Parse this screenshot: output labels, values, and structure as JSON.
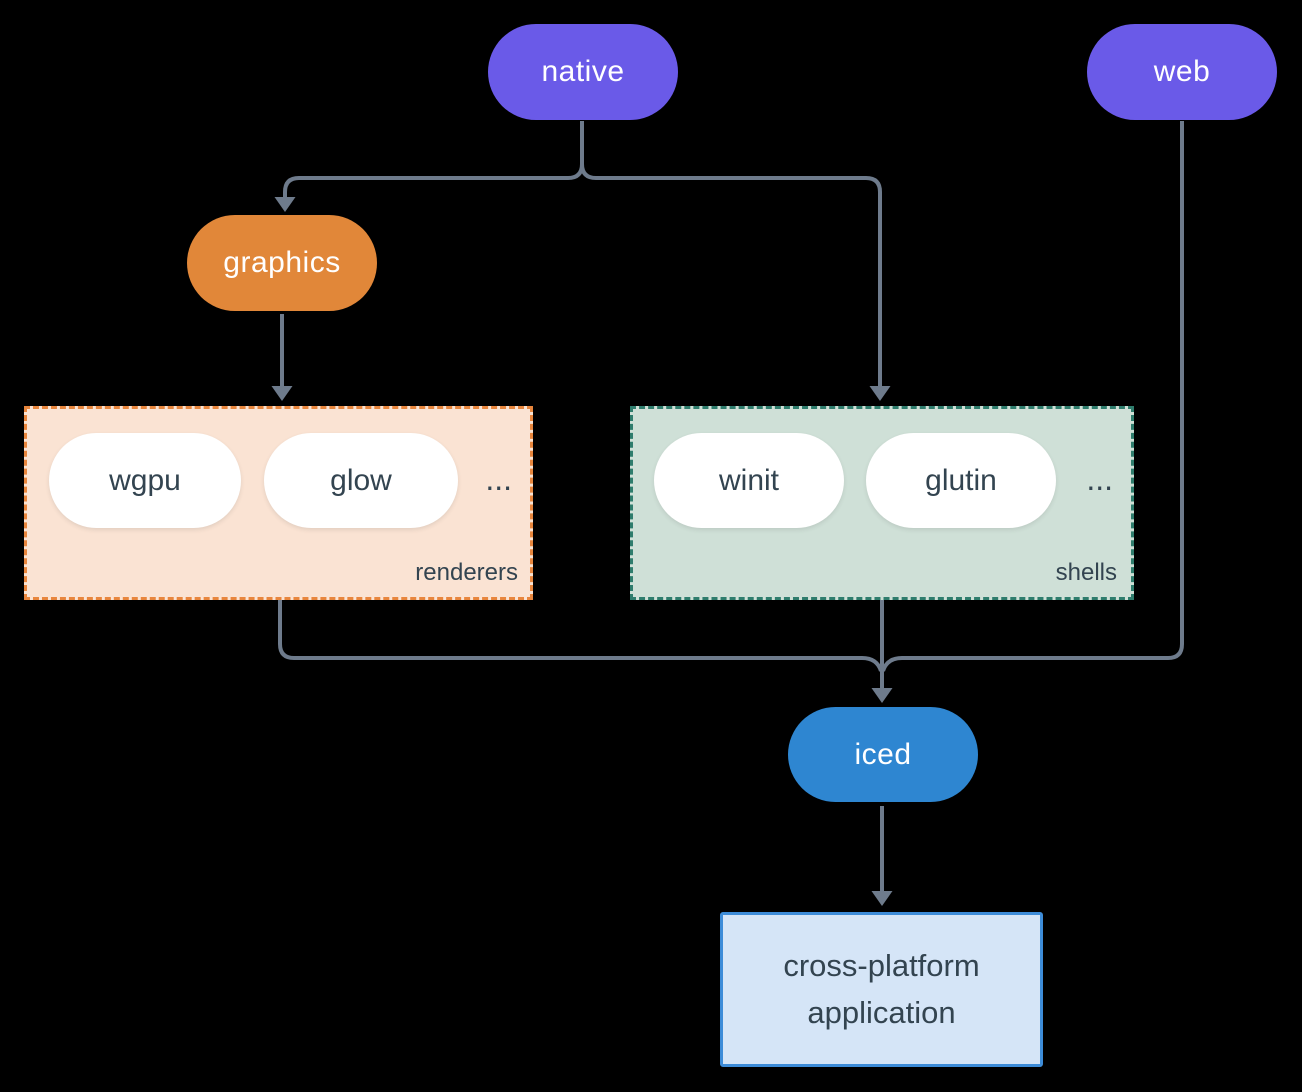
{
  "canvas": {
    "background": "#000000",
    "line_color": "#6e7b8c"
  },
  "nodes": {
    "native": {
      "label": "native",
      "fill": "#6a5ae8",
      "text_color": "#ffffff"
    },
    "web": {
      "label": "web",
      "fill": "#6a5ae8",
      "text_color": "#ffffff"
    },
    "graphics": {
      "label": "graphics",
      "fill": "#e18739",
      "text_color": "#ffffff"
    },
    "iced": {
      "label": "iced",
      "fill": "#2e86d1",
      "text_color": "#ffffff"
    }
  },
  "groups": {
    "renderers": {
      "label": "renderers",
      "items": [
        "wgpu",
        "glow"
      ],
      "ellipsis": "...",
      "fill": "#fae3d3",
      "border_color": "#e8863d",
      "item_fill": "#ffffff",
      "text_color": "#334450"
    },
    "shells": {
      "label": "shells",
      "items": [
        "winit",
        "glutin"
      ],
      "ellipsis": "...",
      "fill": "#cfe0d7",
      "border_color": "#2f7d6d",
      "item_fill": "#ffffff",
      "text_color": "#334450"
    }
  },
  "app_box": {
    "line1": "cross-platform",
    "line2": "application",
    "fill": "#d5e5f7",
    "border_color": "#3d8cd8",
    "text_color": "#334450"
  }
}
